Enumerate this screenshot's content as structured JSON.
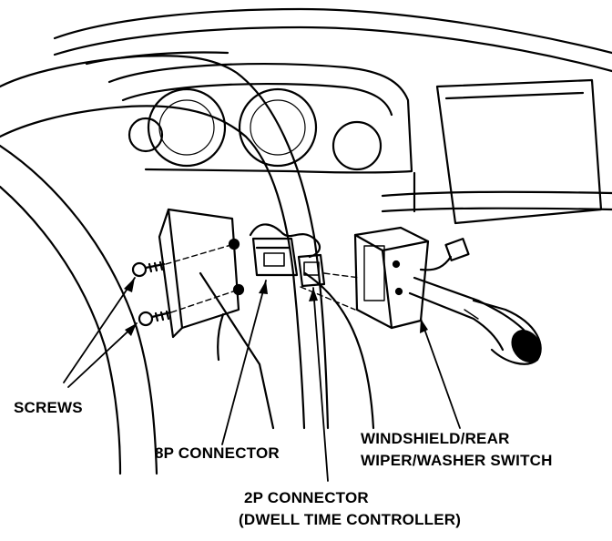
{
  "labels": {
    "screws": "SCREWS",
    "connector_8p": "8P CONNECTOR",
    "connector_2p_line1": "2P CONNECTOR",
    "connector_2p_line2": "(DWELL TIME CONTROLLER)",
    "switch_line1": "WINDSHIELD/REAR",
    "switch_line2": "WIPER/WASHER SWITCH"
  },
  "colors": {
    "ink": "#000000",
    "paper": "#ffffff"
  }
}
